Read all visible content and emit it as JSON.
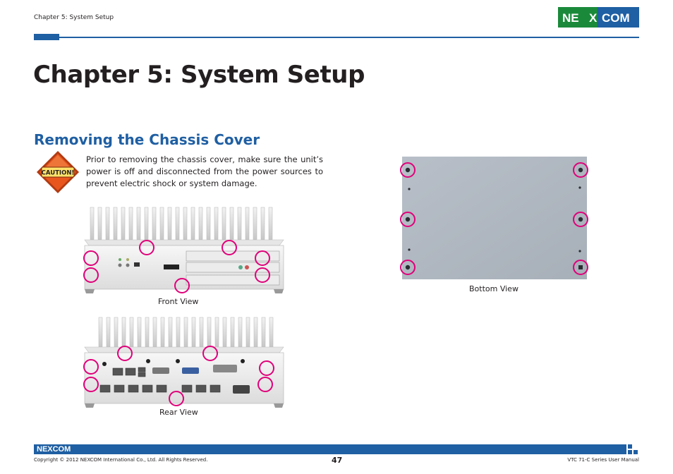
{
  "header": {
    "chapter": "Chapter 5: System Setup",
    "logo_text": "NEXCOM"
  },
  "title": "Chapter 5: System Setup",
  "section": {
    "title": "Removing the Chassis Cover",
    "paragraph": "Prior to removing the chassis cover, make sure the unit’s power is off and disconnected from the power sources to prevent electric shock or system damage.",
    "caution_label": "CAUTION!"
  },
  "figures": {
    "front_caption": "Front View",
    "rear_caption": "Rear View",
    "bottom_caption": "Bottom View"
  },
  "footer": {
    "logo_text": "NEXCOM",
    "copyright": "Copyright © 2012 NEXCOM International Co., Ltd. All Rights Reserved.",
    "page_number": "47",
    "manual_title": "VTC 71-C Series User Manual"
  },
  "colors": {
    "brand_blue": "#1f5fa3",
    "logo_green": "#1a8a3a",
    "highlight_magenta": "#e0007a",
    "caution_orange": "#e8561e"
  }
}
